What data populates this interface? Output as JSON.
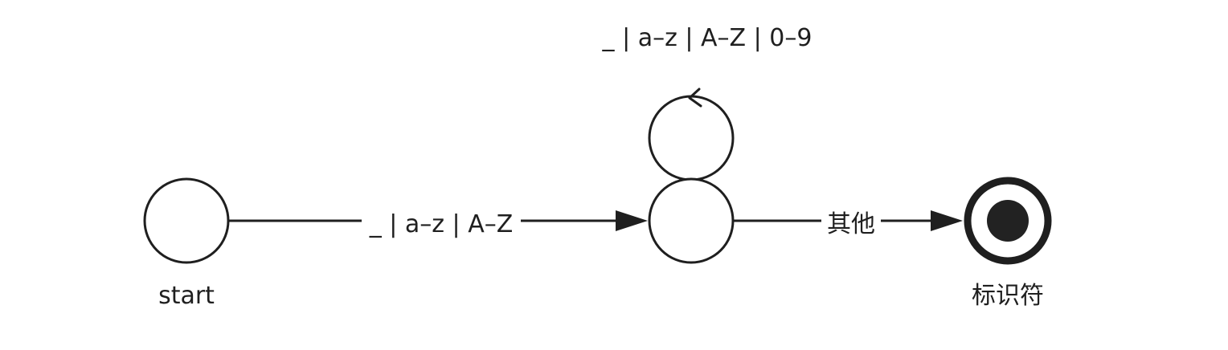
{
  "states": {
    "start": {
      "label": "start"
    },
    "middle": {
      "label": ""
    },
    "final": {
      "label": "标识符"
    }
  },
  "transitions": {
    "start_to_middle": {
      "label": "_ | a–z | A–Z"
    },
    "self_loop": {
      "label": "_ | a–z | A–Z | 0–9"
    },
    "middle_to_final": {
      "label": "其他"
    }
  },
  "colors": {
    "stroke": "#1f1f1f",
    "final_fill": "#222222",
    "background": "#ffffff"
  }
}
